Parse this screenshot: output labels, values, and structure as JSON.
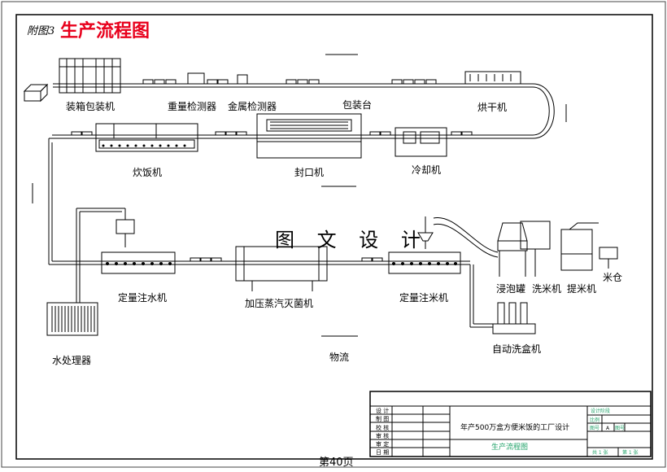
{
  "header": {
    "tag": "附图3",
    "title": "生产流程图",
    "title_color": "#e8001c"
  },
  "watermark": "图 文 设 计",
  "labels": {
    "packing_machine": "装箱包装机",
    "weight_detector": "重量检测器",
    "metal_detector": "金属检测器",
    "packing_table": "包装台",
    "dryer": "烘干机",
    "rice_cooker": "炊饭机",
    "sealing_machine": "封口机",
    "cooling_machine": "冷却机",
    "water_doser": "定量注水机",
    "pressure_sterilizer": "加压蒸汽灭菌机",
    "rice_doser": "定量注米机",
    "soaking_tank": "浸泡罐",
    "rice_washer": "洗米机",
    "rice_lifter": "提米机",
    "rice_bin": "米仓",
    "water_treatment": "水处理器",
    "logistics": "物流",
    "tray_washer": "自动洗盒机"
  },
  "title_block": {
    "left_rows": [
      "设 计",
      "制 图",
      "校 核",
      "审 核",
      "审 定",
      "日 期"
    ],
    "project": "年产500万盒方便米饭的工厂设计",
    "drawing_name": "生产流程图",
    "drawing_name_color": "#22a36a",
    "small_green": [
      "设计阶段",
      "比例",
      "图号",
      "共 1 张",
      "第 1 张"
    ],
    "sheet_letter": "A",
    "sheet_label": "图号",
    "total_sheets": "共 1 张",
    "sheet_no": "第 1 张"
  },
  "page_number": "第40页"
}
